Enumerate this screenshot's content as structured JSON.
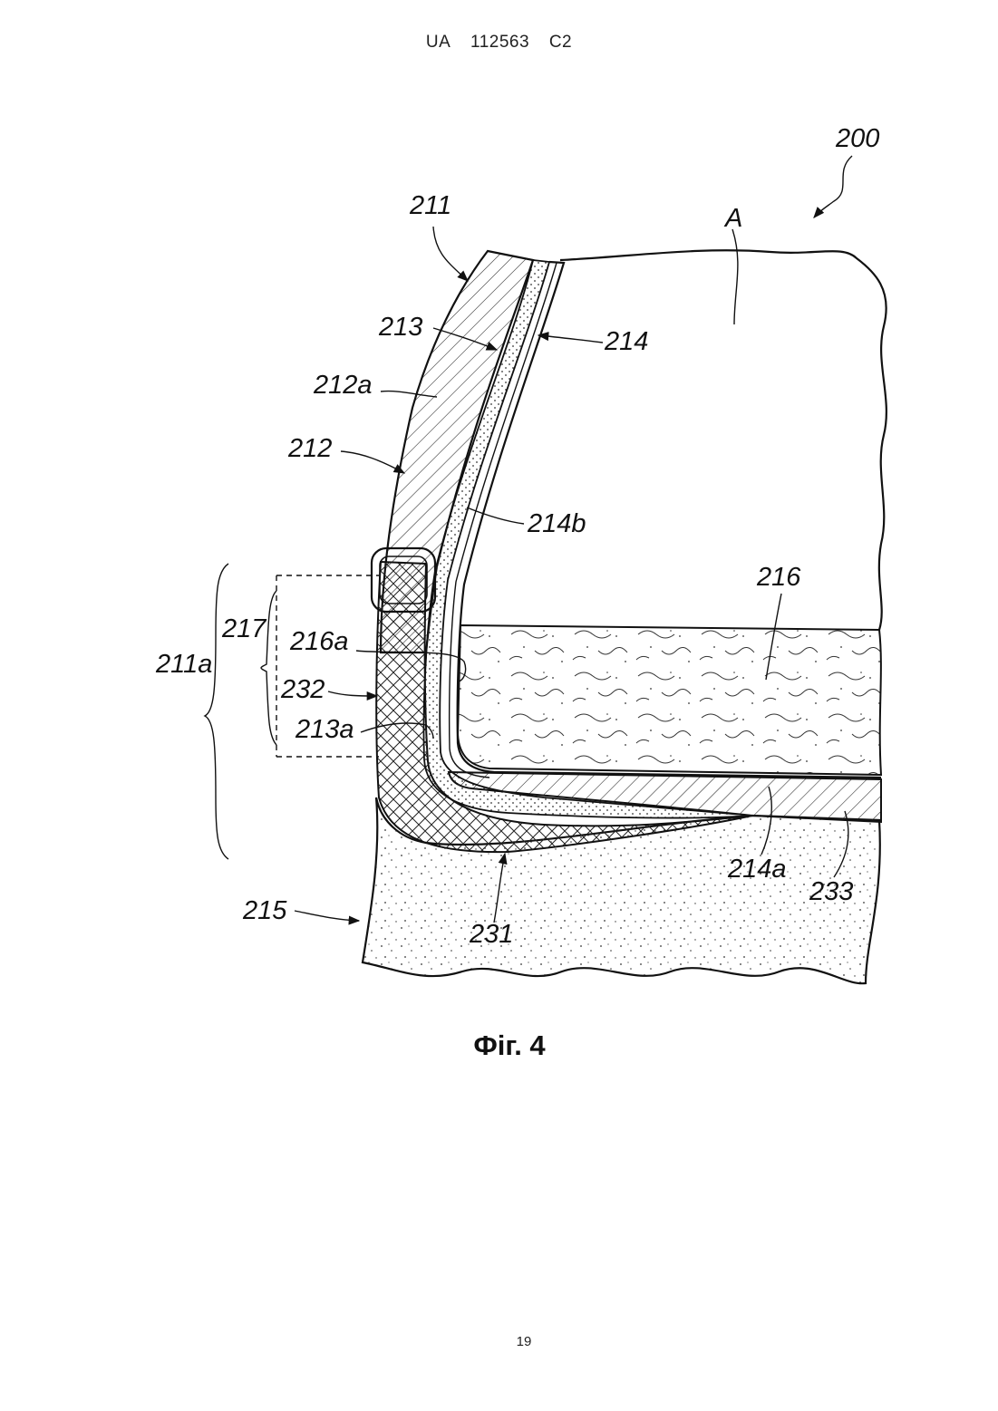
{
  "header": {
    "country": "UA",
    "number": "112563",
    "kind": "C2"
  },
  "figure": {
    "caption": "Фіг. 4",
    "labels": {
      "l200": "200",
      "l211": "211",
      "lA": "A",
      "l213": "213",
      "l214": "214",
      "l212a": "212a",
      "l212": "212",
      "l214b": "214b",
      "l216": "216",
      "l217": "217",
      "l216a": "216a",
      "l211a": "211a",
      "l232": "232",
      "l213a": "213a",
      "l214a": "214a",
      "l233": "233",
      "l215": "215",
      "l231": "231"
    }
  },
  "page_number": "19"
}
